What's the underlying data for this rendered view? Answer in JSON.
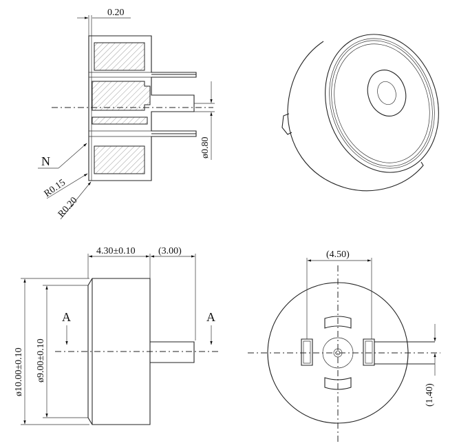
{
  "section_view": {
    "dim_wall_thickness": "0.20",
    "dim_pin_diameter": "ø0.80",
    "label_n": "N",
    "radius_1": "R0.15",
    "radius_2": "R0.20"
  },
  "side_view": {
    "dim_height": "4.30±0.10",
    "dim_pin_length": "(3.00)",
    "dim_outer_diameter": "ø10.00±0.10",
    "dim_inner_diameter": "ø9.00±0.10",
    "section_label_left": "A",
    "section_label_right": "A"
  },
  "bottom_view": {
    "dim_pin_spacing": "(4.50)",
    "dim_pin_offset": "(1.40)"
  }
}
